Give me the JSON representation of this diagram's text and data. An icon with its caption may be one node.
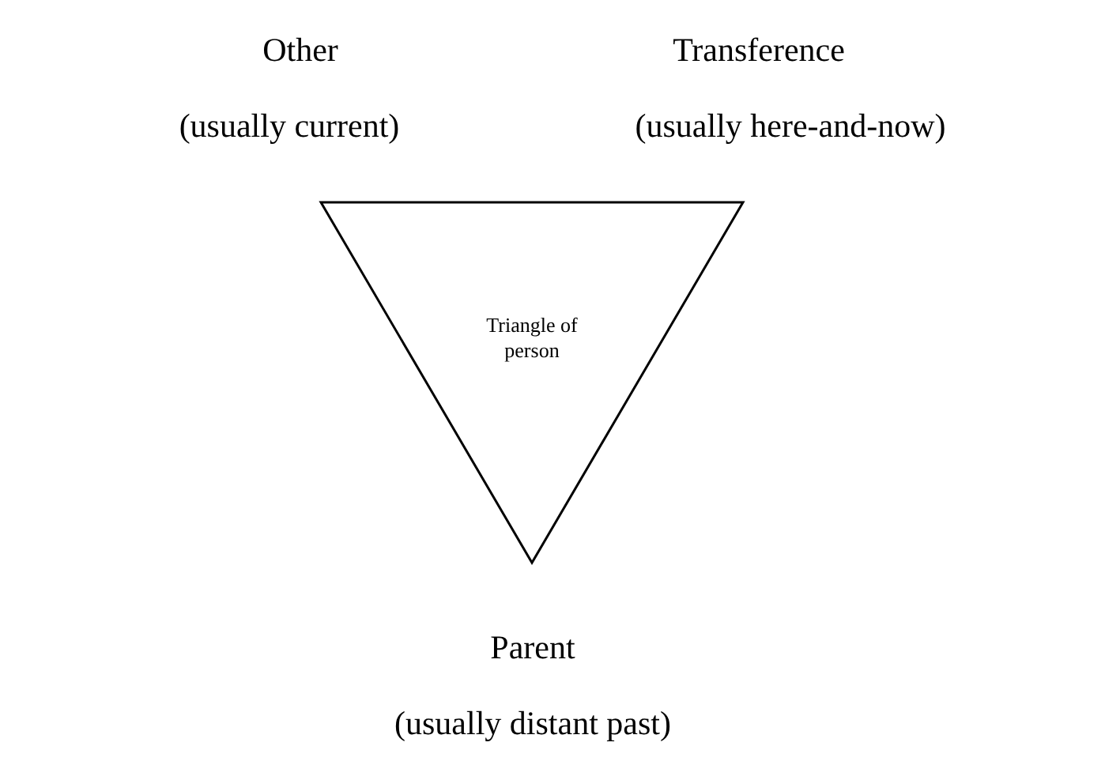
{
  "diagram": {
    "nodes": [
      {
        "text": [
          "Triangle of person"
        ]
      }
    ],
    "labels": [
      "Other",
      "(usually current)",
      "Transference",
      "(usually here-and-now)",
      "Parent",
      "(usually distant past)"
    ]
  }
}
